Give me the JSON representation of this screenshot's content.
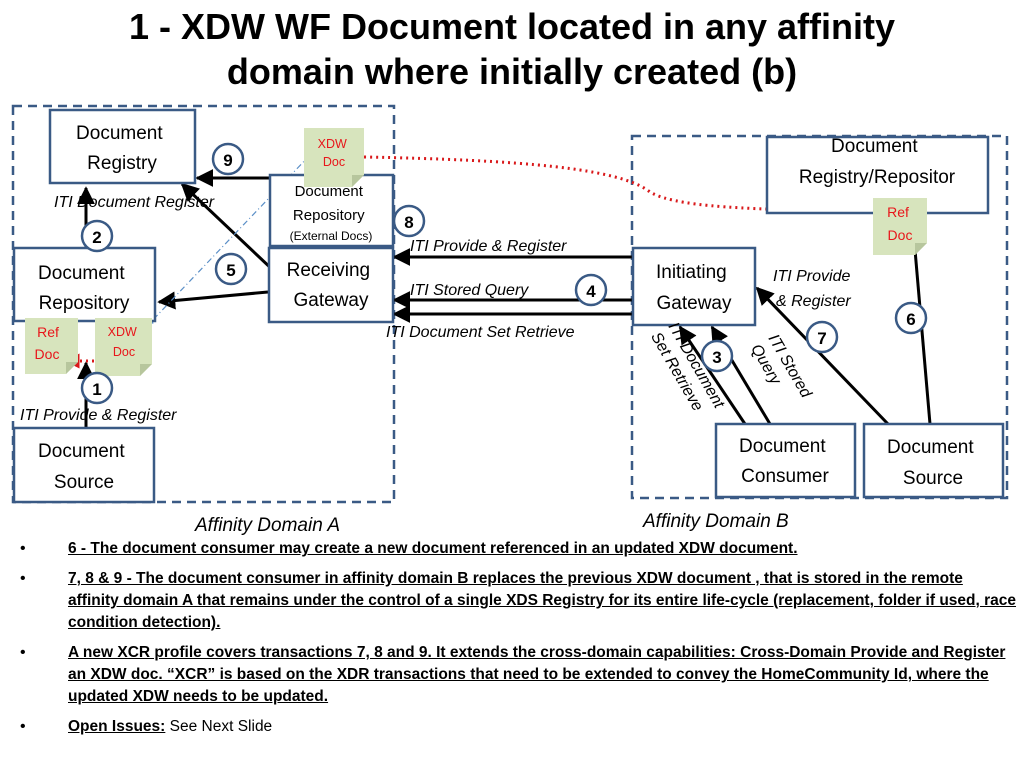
{
  "title": {
    "line1": "1 - XDW WF Document located in any affinity",
    "line2": "domain where initially created (b)"
  },
  "domain_a": {
    "label": "Affinity Domain A",
    "registry": [
      "Document",
      "Registry"
    ],
    "repository": [
      "Document",
      "Repository"
    ],
    "source": [
      "Document",
      "Source"
    ],
    "ext_repository": [
      "Document",
      "Repository",
      "(External Docs)"
    ],
    "receiving_gateway": [
      "Receiving",
      "Gateway"
    ],
    "xdw_doc": [
      "XDW",
      "Doc"
    ],
    "ref_doc": [
      "Ref",
      "Doc"
    ],
    "xdw_doc_ext": [
      "XDW",
      "Doc"
    ]
  },
  "domain_b": {
    "label": "Affinity Domain B",
    "registry_repository": [
      "Document",
      "Registry/Repositor"
    ],
    "ref_doc": [
      "Ref",
      "Doc"
    ],
    "initiating_gateway": [
      "Initiating",
      "Gateway"
    ],
    "consumer": [
      "Document",
      "Consumer"
    ],
    "source": [
      "Document",
      "Source"
    ]
  },
  "transactions": {
    "document_register": "ITI  Document Register",
    "provide_register_a": "ITI  Provide & Register",
    "provide_register_gw": "ITI  Provide & Register",
    "stored_query_gw": "ITI  Stored Query",
    "doc_set_retrieve_gw": "ITI  Document Set Retrieve",
    "provide_register_b": [
      "ITI  Provide",
      "& Register"
    ],
    "stored_query_b": [
      "ITI  Stored",
      "Query"
    ],
    "doc_set_retrieve_b": [
      "ITI  Document",
      "Set Retrieve"
    ]
  },
  "step_numbers": [
    "1",
    "2",
    "3",
    "4",
    "5",
    "6",
    "7",
    "8",
    "9"
  ],
  "bullets": [
    {
      "bold": "6 - The document consumer may create a new document referenced in an updated XDW document.",
      "normal": ""
    },
    {
      "bold": "7, 8 & 9 - The document consumer in affinity domain B replaces the previous XDW document , that is stored in the remote affinity domain A that remains under the control of a single XDS Registry for its entire life-cycle (replacement, folder if used, race condition detection).",
      "normal": ""
    },
    {
      "bold": "A new XCR profile covers transactions 7, 8 and 9.  It extends the cross-domain capabilities: Cross-Domain Provide and Register an XDW doc.  “XCR” is based on the XDR transactions that need to be extended to convey the HomeCommunity Id, where the updated XDW needs to be updated.",
      "normal": ""
    },
    {
      "bold": "Open Issues:",
      "normal": " See Next Slide"
    }
  ],
  "colors": {
    "box_border": "#3a5a85",
    "dashed_border": "#3a5a85",
    "circle_border": "#3a5a85",
    "note_fill": "#d7e4bd",
    "note_text_red": "#e8161b",
    "red_dotted": "#d9191b"
  }
}
